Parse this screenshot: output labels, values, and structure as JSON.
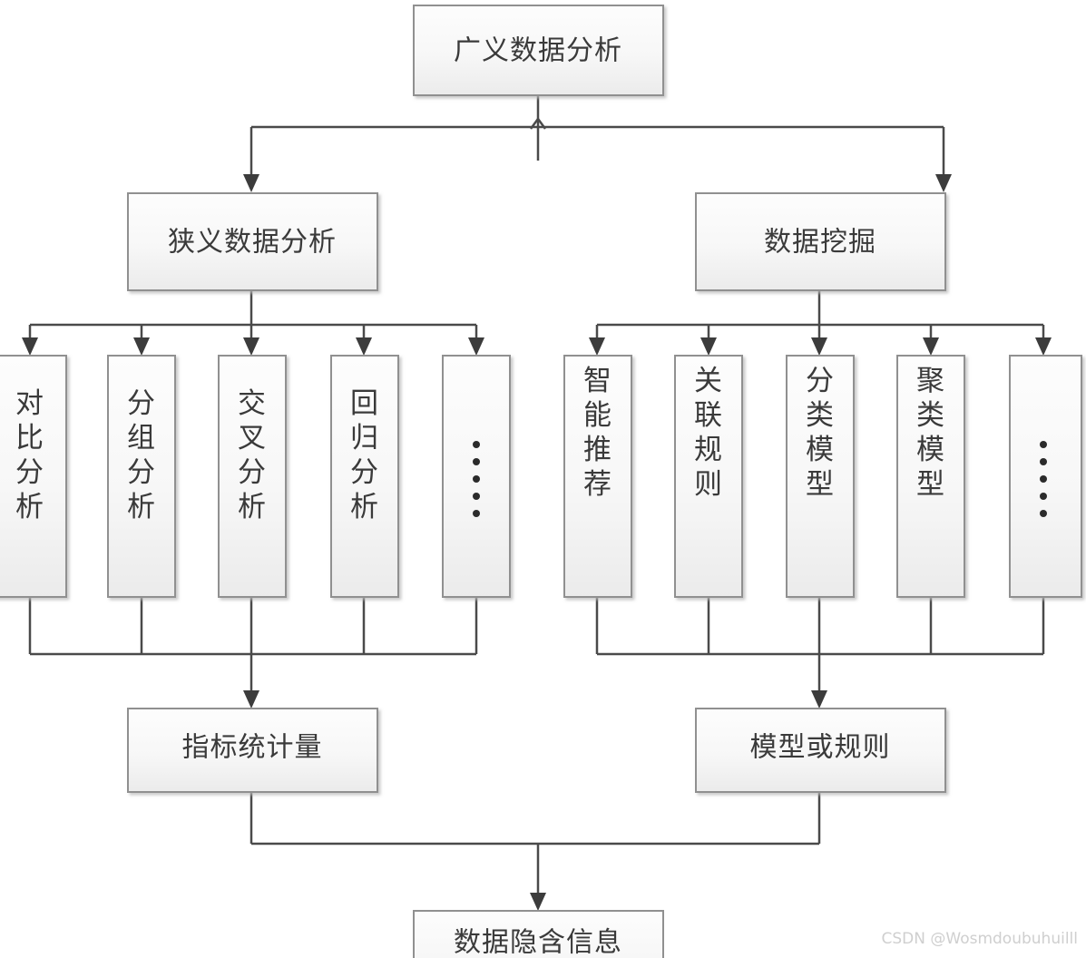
{
  "diagram": {
    "title": "广义数据分析",
    "type": "flowchart",
    "levels": {
      "root": {
        "label": "广义数据分析",
        "name": "node-generalized-data-analysis"
      },
      "branches": [
        {
          "label": "狭义数据分析",
          "name": "node-narrow-data-analysis"
        },
        {
          "label": "数据挖掘",
          "name": "node-data-mining"
        }
      ],
      "left_methods": [
        {
          "label": "对比分析",
          "name": "node-comparative-analysis",
          "kind": "text"
        },
        {
          "label": "分组分析",
          "name": "node-group-analysis",
          "kind": "text"
        },
        {
          "label": "交叉分析",
          "name": "node-cross-analysis",
          "kind": "text"
        },
        {
          "label": "回归分析",
          "name": "node-regression-analysis",
          "kind": "text"
        },
        {
          "label": "⋮",
          "name": "node-left-ellipsis",
          "kind": "ellipsis"
        }
      ],
      "right_methods": [
        {
          "label": "智能推荐",
          "name": "node-intelligent-recommendation",
          "kind": "text"
        },
        {
          "label": "关联规则",
          "name": "node-association-rules",
          "kind": "text"
        },
        {
          "label": "分类模型",
          "name": "node-classification-model",
          "kind": "text"
        },
        {
          "label": "聚类模型",
          "name": "node-clustering-model",
          "kind": "text"
        },
        {
          "label": "⋮",
          "name": "node-right-ellipsis",
          "kind": "ellipsis"
        }
      ],
      "outputs": [
        {
          "label": "指标统计量",
          "name": "node-metric-statistics"
        },
        {
          "label": "模型或规则",
          "name": "node-model-or-rules"
        }
      ],
      "result": {
        "label": "数据隐含信息",
        "name": "node-implicit-data-information"
      }
    },
    "colors": {
      "box_fill_top": "#fcfcfc",
      "box_fill_bottom": "#eeeeee",
      "box_border": "#909090",
      "edge": "#4a4a4a",
      "text": "#3a3a3a",
      "background": "#ffffff",
      "watermark": "#cfcfcf"
    }
  },
  "watermark": {
    "text": "CSDN @Wosmdoubuhuilll",
    "name": "watermark"
  }
}
